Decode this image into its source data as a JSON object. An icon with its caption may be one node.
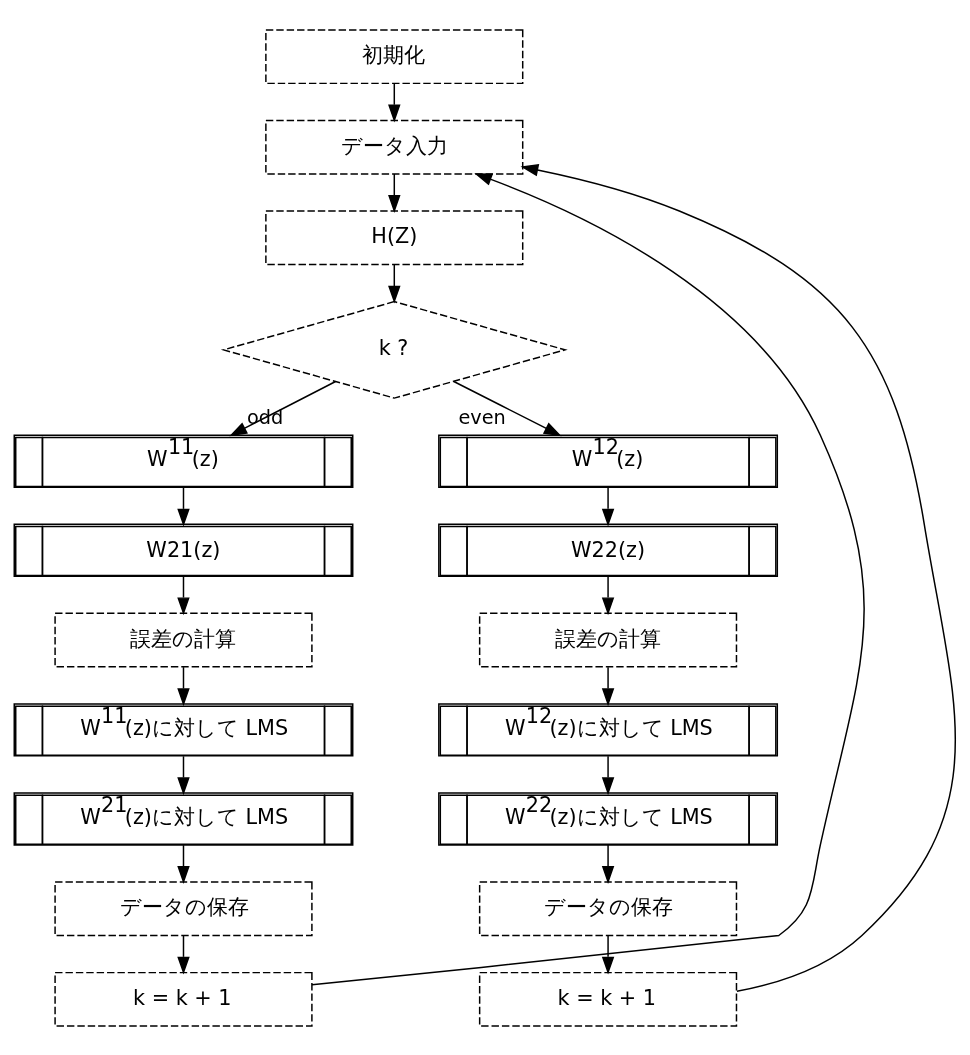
{
  "diagram": {
    "nodes": [
      {
        "text": [
          "初期化"
        ]
      },
      {
        "text": [
          "データ入力"
        ]
      },
      {
        "text": [
          "H(Z)"
        ]
      },
      {
        "text": [
          "k ?"
        ]
      },
      {
        "text": [
          "W$^{11}$(z)"
        ]
      },
      {
        "text": [
          "W21(z)"
        ]
      },
      {
        "text": [
          "誤差の計算"
        ]
      },
      {
        "text": [
          "W$^{11}$(z)に対して LMS"
        ]
      },
      {
        "text": [
          "W$^{21}$(z)に対して LMS"
        ]
      },
      {
        "text": [
          "データの保存"
        ]
      },
      {
        "text": [
          "k = k + 1"
        ]
      },
      {
        "text": [
          "W$^{12}$(z)"
        ]
      },
      {
        "text": [
          "W22(z)"
        ]
      },
      {
        "text": [
          "誤差の計算"
        ]
      },
      {
        "text": [
          "W$^{12}$(z)に対して LMS"
        ]
      },
      {
        "text": [
          "W$^{22}$(z)に対して LMS"
        ]
      },
      {
        "text": [
          "データの保存"
        ]
      },
      {
        "text": [
          "k = k + 1"
        ]
      }
    ],
    "edges": [
      {
        "from": 0,
        "to": 1,
        "arrow": "to"
      },
      {
        "from": 1,
        "to": 2,
        "arrow": "to"
      },
      {
        "from": 2,
        "to": 3,
        "arrow": "to"
      },
      {
        "from": 3,
        "to": 4,
        "arrow": "to",
        "label": "odd"
      },
      {
        "from": 4,
        "to": 5,
        "arrow": "to"
      },
      {
        "from": 5,
        "to": 6,
        "arrow": "to"
      },
      {
        "from": 6,
        "to": 7,
        "arrow": "to"
      },
      {
        "from": 7,
        "to": 8,
        "arrow": "to"
      },
      {
        "from": 8,
        "to": 9,
        "arrow": "to"
      },
      {
        "from": 9,
        "to": 10,
        "arrow": "to"
      },
      {
        "from": 3,
        "to": 11,
        "arrow": "to",
        "label": "even"
      },
      {
        "from": 11,
        "to": 12,
        "arrow": "to"
      },
      {
        "from": 12,
        "to": 13,
        "arrow": "to"
      },
      {
        "from": 13,
        "to": 14,
        "arrow": "to"
      },
      {
        "from": 14,
        "to": 15,
        "arrow": "to"
      },
      {
        "from": 15,
        "to": 16,
        "arrow": "to"
      },
      {
        "from": 16,
        "to": 17,
        "arrow": "to"
      },
      {
        "from": 10,
        "to": 1,
        "arrow": "to"
      },
      {
        "from": 17,
        "to": 1,
        "arrow": "to"
      }
    ]
  }
}
